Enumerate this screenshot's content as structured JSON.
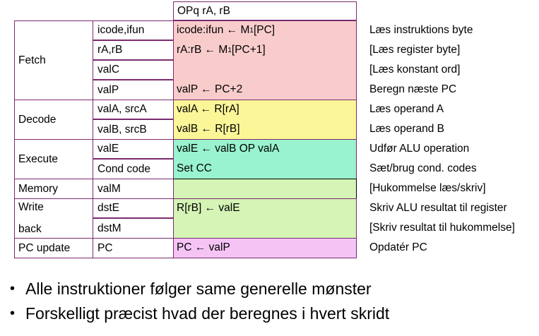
{
  "header": {
    "instruction": "OPq rA, rB"
  },
  "rows": [
    {
      "signal": "icode,ifun",
      "action_pre": "icode:ifun ← M",
      "action_sub": "1",
      "action_post": "[PC]",
      "description": "Læs instruktions byte"
    },
    {
      "signal": "rA,rB",
      "action_pre": "rA:rB ← M",
      "action_sub": "1",
      "action_post": "[PC+1]",
      "description": "[Læs register byte]"
    },
    {
      "signal": "valC",
      "action": "",
      "description": "[Læs konstant ord]"
    },
    {
      "signal": "valP",
      "action": "valP ← PC+2",
      "description": "Beregn næste PC"
    },
    {
      "signal": "valA, srcA",
      "action": "valA ← R[rA]",
      "description": "Læs operand A"
    },
    {
      "signal": "valB, srcB",
      "action": "valB ← R[rB]",
      "description": "Læs operand B"
    },
    {
      "signal": "valE",
      "action": "valE ← valB OP valA",
      "description": "Udfør ALU operation"
    },
    {
      "signal": "Cond code",
      "action": "Set CC",
      "description": "Sæt/brug cond. codes"
    },
    {
      "signal": "valM",
      "action": "",
      "description": "[Hukommelse læs/skriv]"
    },
    {
      "signal": "dstE",
      "action": "R[rB] ← valE",
      "description": "Skriv ALU resultat til register"
    },
    {
      "signal": "dstM",
      "action": "",
      "description": "[Skriv resultat til hukommelse]"
    },
    {
      "signal": "PC",
      "action": "PC ← valP",
      "description": "Opdatér PC"
    }
  ],
  "stages": {
    "fetch": "Fetch",
    "decode": "Decode",
    "execute": "Execute",
    "memory": "Memory",
    "writeback_line1": "Write",
    "writeback_line2": "back",
    "pcupdate": "PC update"
  },
  "colors": {
    "fetch": "#f9cccc",
    "decode": "#fbf698",
    "execute": "#99f3ce",
    "memory": "#d5f4b6",
    "writeback": "#d5f4b6",
    "pcupdate": "#f5c4f5",
    "border": "#7b2a6e"
  },
  "bullets": [
    "Alle instruktioner følger same generelle  mønster",
    "Forskelligt  præcist hvad der beregnes i hvert skridt"
  ]
}
